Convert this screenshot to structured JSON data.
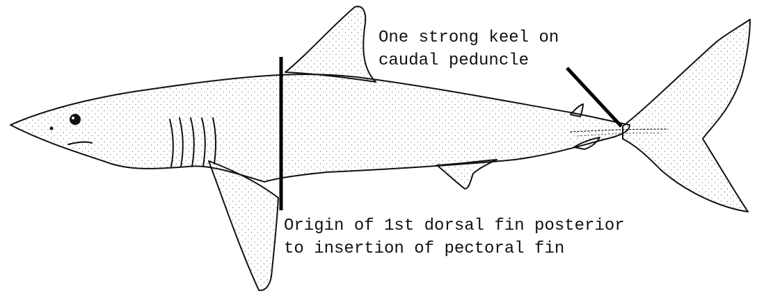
{
  "annotations": {
    "keel": {
      "line1": "One strong keel on",
      "line2": "caudal peduncle"
    },
    "dorsal": {
      "line1": "Origin of 1st dorsal fin posterior",
      "line2": "to insertion of pectoral fin"
    }
  },
  "colors": {
    "ink": "#111111",
    "background": "#ffffff"
  }
}
